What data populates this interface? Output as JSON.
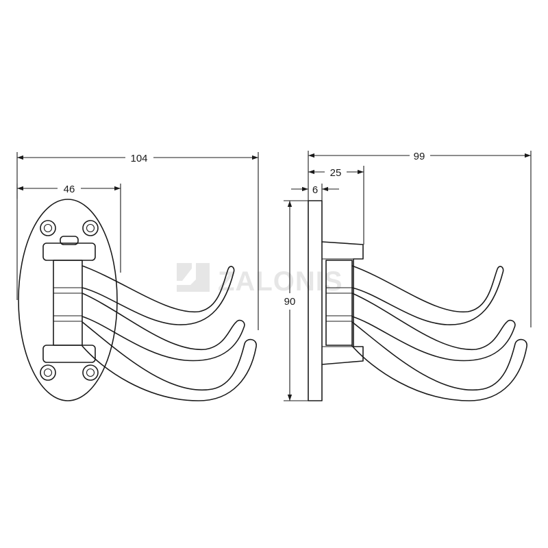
{
  "watermark": {
    "text": "ZALONIS"
  },
  "dimensions": {
    "overall_width": "104",
    "plate_to_bracket": "46",
    "side_depth": "99",
    "pivot_offset": "25",
    "plate_thickness": "6",
    "height": "90"
  },
  "colors": {
    "line": "#1a1a1a",
    "watermark": "#e6e6e6",
    "background": "#ffffff"
  }
}
